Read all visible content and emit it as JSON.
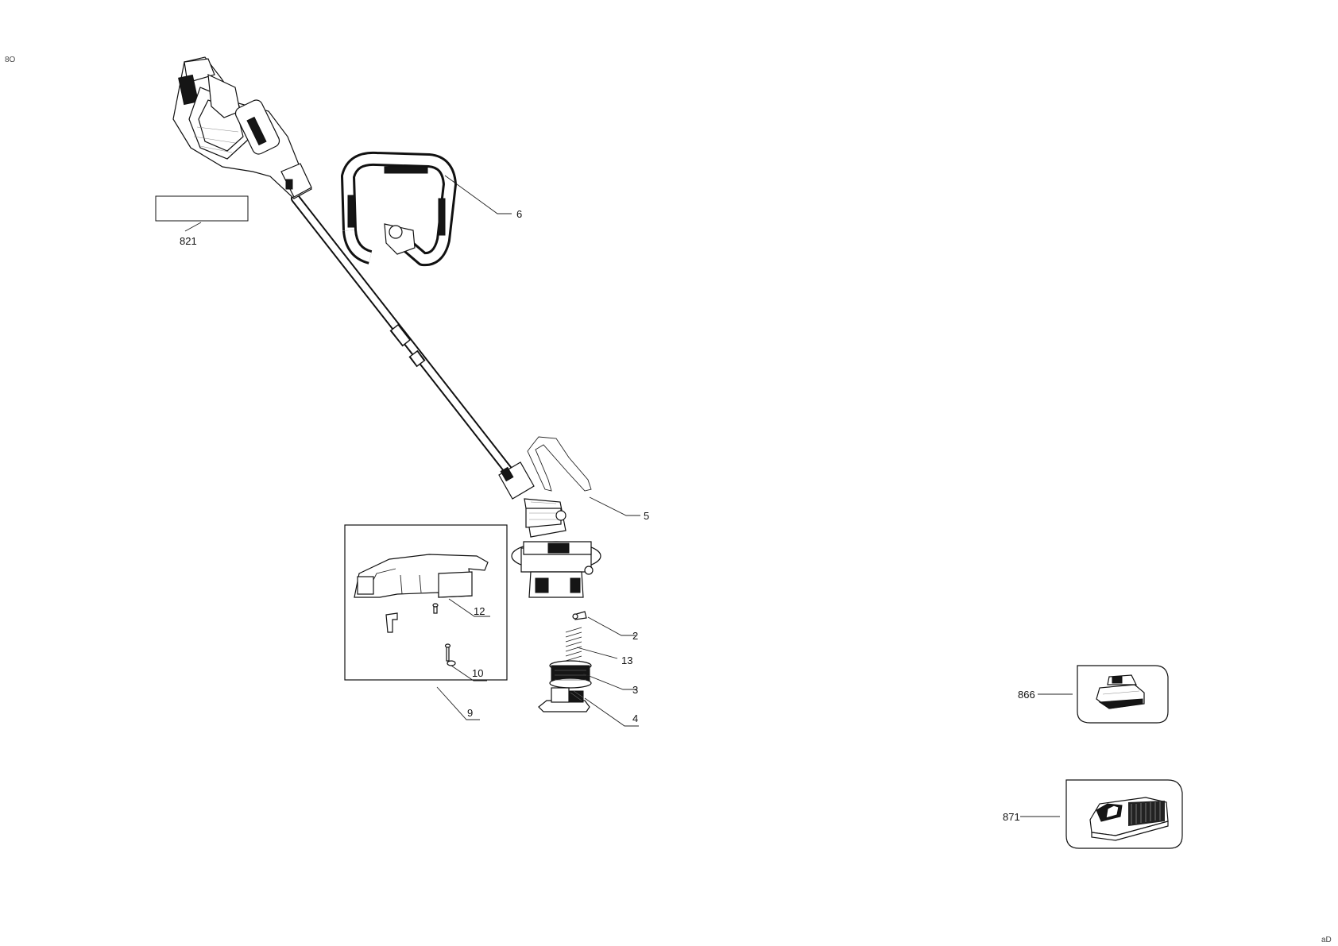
{
  "corner_marks": {
    "top_left": "8O",
    "bottom_right": "aD"
  },
  "callouts": {
    "p2": "2",
    "p3": "3",
    "p4": "4",
    "p5": "5",
    "p6": "6",
    "p9": "9",
    "p10": "10",
    "p12": "12",
    "p13": "13",
    "p821": "821",
    "p866": "866",
    "p871": "871"
  },
  "parts": [
    {
      "ref": "2",
      "icon": "screw-icon"
    },
    {
      "ref": "3",
      "icon": "line-spool-icon"
    },
    {
      "ref": "4",
      "icon": "spool-cap-icon"
    },
    {
      "ref": "5",
      "icon": "edge-guide-wire-icon"
    },
    {
      "ref": "6",
      "icon": "auxiliary-handle-icon"
    },
    {
      "ref": "9",
      "icon": "guard-kit-icon"
    },
    {
      "ref": "10",
      "icon": "screw-icon"
    },
    {
      "ref": "12",
      "icon": "guard-icon"
    },
    {
      "ref": "13",
      "icon": "spring-icon"
    },
    {
      "ref": "821",
      "icon": "label-plate-icon"
    },
    {
      "ref": "866",
      "icon": "battery-pack-icon"
    },
    {
      "ref": "871",
      "icon": "charger-icon"
    }
  ]
}
